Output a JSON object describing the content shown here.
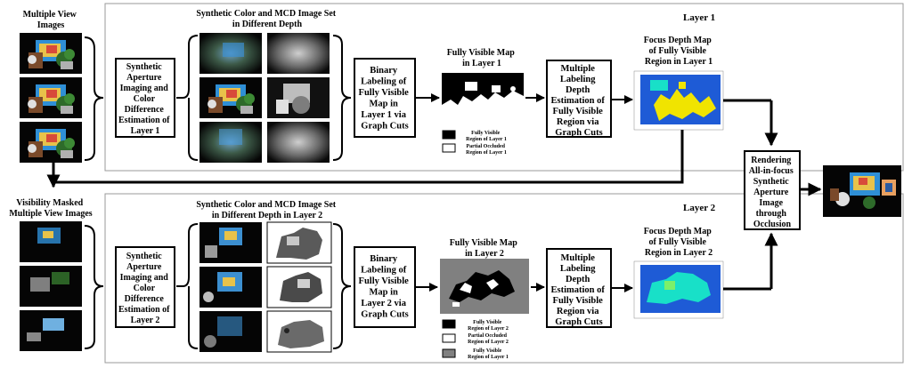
{
  "layer1": {
    "label": "Layer 1",
    "inputs_title": [
      "Multiple View",
      "Images"
    ],
    "step1": [
      "Synthetic",
      "Aperture",
      "Imaging and",
      "Color",
      "Difference",
      "Estimation of",
      "Layer 1"
    ],
    "set_title": [
      "Synthetic  Color and MCD Image Set",
      "in Different Depth"
    ],
    "step2": [
      "Binary",
      "Labeling of",
      "Fully Visible",
      "Map in",
      "Layer 1 via",
      "Graph Cuts"
    ],
    "map_title": [
      "Fully Visible Map",
      "in Layer 1"
    ],
    "legend": [
      {
        "text": [
          "Fully Visible",
          "Region of Layer 1"
        ],
        "swatch": "#000000"
      },
      {
        "text": [
          "Partial Occluded",
          "Region of Layer 1"
        ],
        "swatch": "#ffffff"
      }
    ],
    "step3": [
      "Multiple",
      "Labeling",
      "Depth",
      "Estimation of",
      "Fully Visible",
      "Region via",
      "Graph Cuts"
    ],
    "depth_title": [
      "Focus Depth Map",
      "of Fully Visible",
      "Region in Layer 1"
    ]
  },
  "layer2": {
    "label": "Layer 2",
    "inputs_title": [
      "Visibility Masked",
      "Multiple View Images"
    ],
    "step1": [
      "Synthetic",
      "Aperture",
      "Imaging and",
      "Color",
      "Difference",
      "Estimation of",
      "Layer 2"
    ],
    "set_title": [
      "Synthetic  Color and MCD Image Set",
      "in Different Depth in Layer 2"
    ],
    "step2": [
      "Binary",
      "Labeling of",
      "Fully Visible",
      "Map in",
      "Layer 2 via",
      "Graph Cuts"
    ],
    "map_title": [
      "Fully Visible Map",
      "in Layer 2"
    ],
    "legend": [
      {
        "text": [
          "Fully Visible",
          "Region of Layer 2"
        ],
        "swatch": "#000000"
      },
      {
        "text": [
          "Partial Occluded",
          "Region of Layer 2"
        ],
        "swatch": "#ffffff"
      },
      {
        "text": [
          "Fully Visible",
          "Region of Layer 1"
        ],
        "swatch": "#808080"
      }
    ],
    "step3": [
      "Multiple",
      "Labeling",
      "Depth",
      "Estimation of",
      "Fully Visible",
      "Region via",
      "Graph Cuts"
    ],
    "depth_title": [
      "Focus Depth Map",
      "of Fully Visible",
      "Region in Layer 2"
    ]
  },
  "final_step": [
    "Rendering",
    "All-in-focus",
    "Synthetic",
    "Aperture",
    "Image",
    "through",
    "Occlusion"
  ],
  "colors": {
    "depth_bg": "#1E5BD6",
    "depth_fg1": "#F0E400",
    "depth_fg2": "#18E0C8",
    "map_gray": "#808080"
  }
}
